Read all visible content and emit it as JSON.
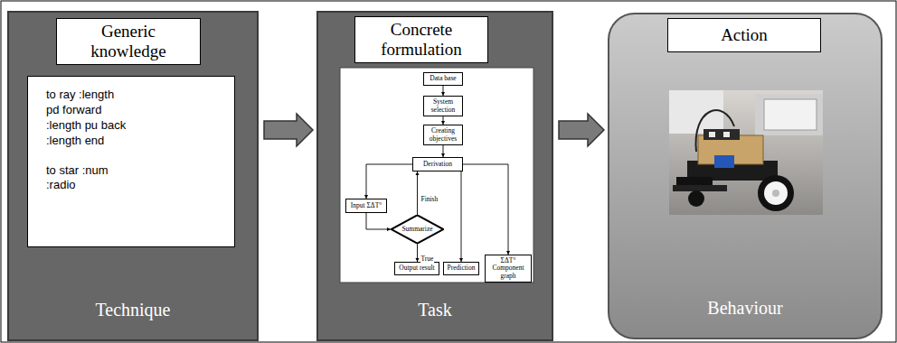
{
  "diagram": {
    "nodes": [
      {
        "text": [
          "Technique"
        ]
      },
      {
        "text": [
          "Generic knowledge"
        ],
        "in": 0
      },
      {
        "text": [
          "to ray :length pd forward :length pu back :length end",
          "to star :num :radio"
        ],
        "in": 0
      },
      {
        "text": [
          "Task"
        ]
      },
      {
        "text": [
          "Concrete formulation"
        ],
        "in": 3
      },
      {
        "text": [
          "Data base"
        ],
        "in": 3
      },
      {
        "text": [
          "System selection"
        ],
        "in": 3
      },
      {
        "text": [
          "Creating objectives"
        ],
        "in": 3
      },
      {
        "text": [
          "Derivation"
        ],
        "in": 3
      },
      {
        "text": [
          "Input ΣΔT°"
        ],
        "in": 3
      },
      {
        "text": [
          "Summarize"
        ],
        "in": 3
      },
      {
        "text": [
          "Output result"
        ],
        "in": 3
      },
      {
        "text": [
          "Prediction"
        ],
        "in": 3
      },
      {
        "text": [
          "ΣΔT° Component graph"
        ],
        "in": 3
      },
      {
        "text": [
          "Behaviour"
        ]
      },
      {
        "text": [
          "Action"
        ],
        "in": 14
      }
    ],
    "edges": [
      {
        "from": 0,
        "to": 3,
        "arrow": "to"
      },
      {
        "from": 3,
        "to": 14,
        "arrow": "to"
      },
      {
        "from": 5,
        "to": 6,
        "arrow": "to"
      },
      {
        "from": 6,
        "to": 7,
        "arrow": "to"
      },
      {
        "from": 7,
        "to": 8,
        "arrow": "to"
      },
      {
        "from": 8,
        "to": 9,
        "arrow": "to"
      },
      {
        "from": 8,
        "to": 12,
        "arrow": "to"
      },
      {
        "from": 8,
        "to": 13,
        "arrow": "to"
      },
      {
        "from": 9,
        "to": 10,
        "arrow": "to"
      },
      {
        "from": 10,
        "to": 11,
        "label": "True",
        "arrow": "to"
      },
      {
        "from": 10,
        "to": 8,
        "label": "Finish",
        "arrow": "to"
      }
    ]
  }
}
